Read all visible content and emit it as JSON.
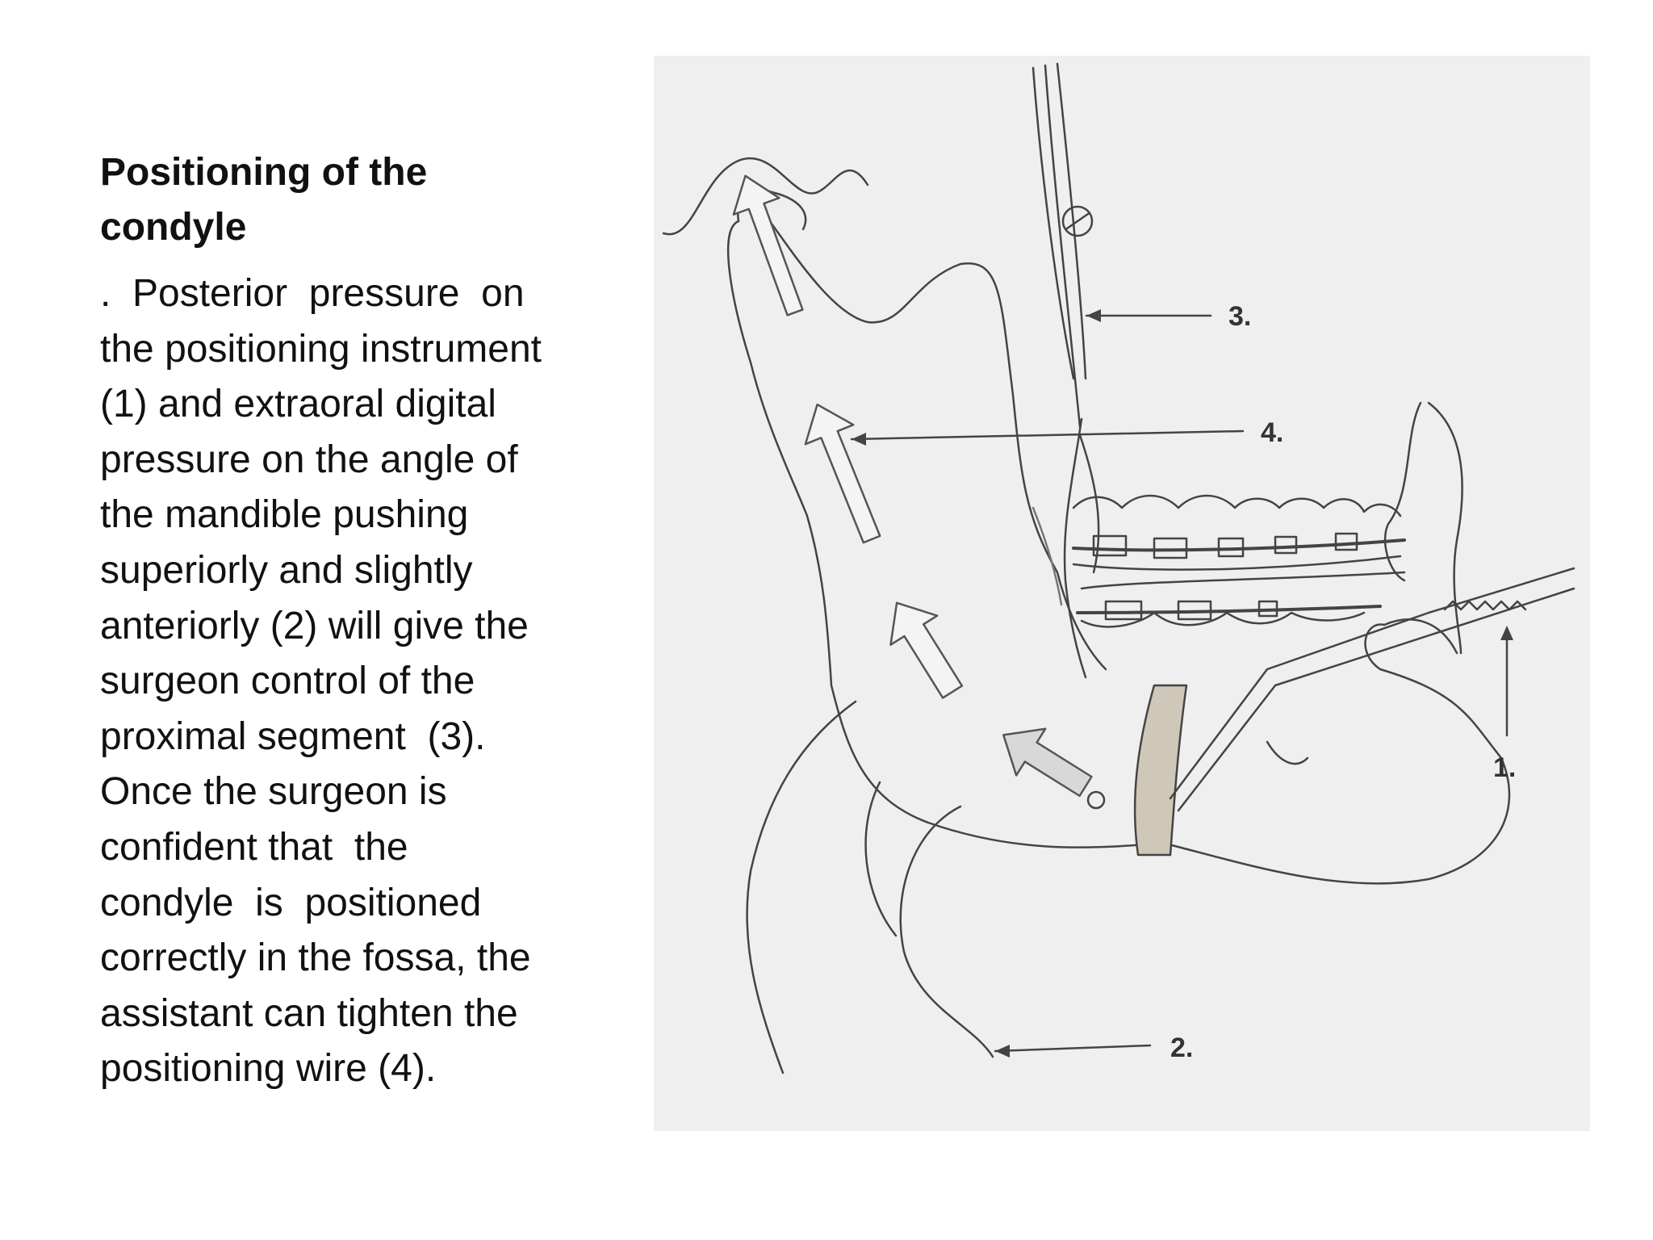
{
  "slide": {
    "title": "Positioning  of  the\ncondyle",
    "body_lines": [
      ".  Posterior  pressure  on",
      "the positioning instrument",
      "(1) and extraoral digital",
      "pressure on the angle of",
      "the mandible pushing",
      "superiorly and slightly",
      "anteriorly (2) will give the",
      "surgeon control of the",
      "proximal segment  (3).",
      "Once the surgeon is",
      "confident that  the",
      "condyle  is  positioned",
      "correctly in the fossa, the",
      "assistant can tighten the",
      "positioning wire (4)."
    ]
  },
  "figure": {
    "labels": {
      "one": "1.",
      "two": "2.",
      "three": "3.",
      "four": "4."
    },
    "colors": {
      "background": "#efefef",
      "line": "#444444",
      "arrow_fill": "#f4f4f4",
      "bone_graft": "#cfc8b8"
    }
  }
}
